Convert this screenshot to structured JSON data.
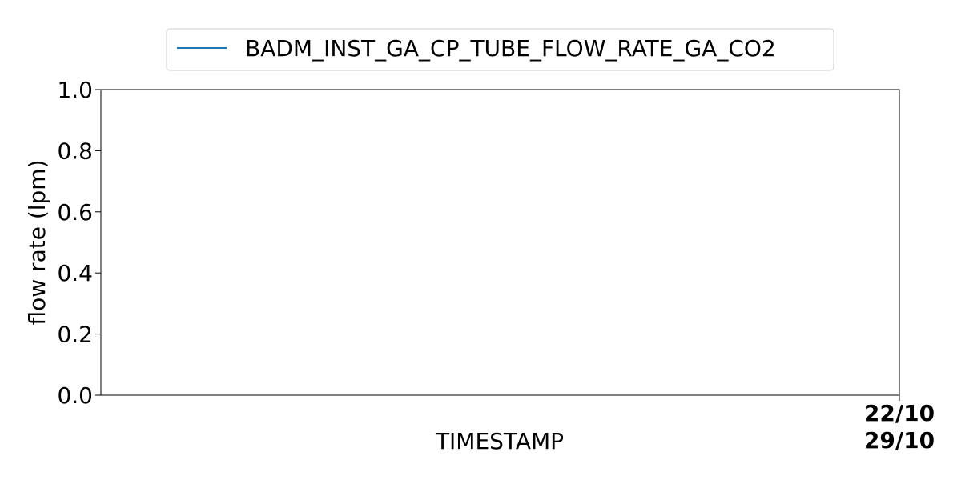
{
  "chart_data": {
    "type": "line",
    "title": "",
    "xlabel": "TIMESTAMP",
    "ylabel": "flow rate (lpm)",
    "ylim": [
      0,
      1
    ],
    "yticks": [
      "0.0",
      "0.2",
      "0.4",
      "0.6",
      "0.8",
      "1.0"
    ],
    "xticks": [
      "22/10",
      "29/10"
    ],
    "legend": {
      "placement": "top-center",
      "entries": [
        "BADM_INST_GA_CP_TUBE_FLOW_RATE_GA_CO2"
      ]
    },
    "series": [
      {
        "name": "BADM_INST_GA_CP_TUBE_FLOW_RATE_GA_CO2",
        "color": "#1f77b4",
        "values": []
      }
    ],
    "grid": false
  }
}
